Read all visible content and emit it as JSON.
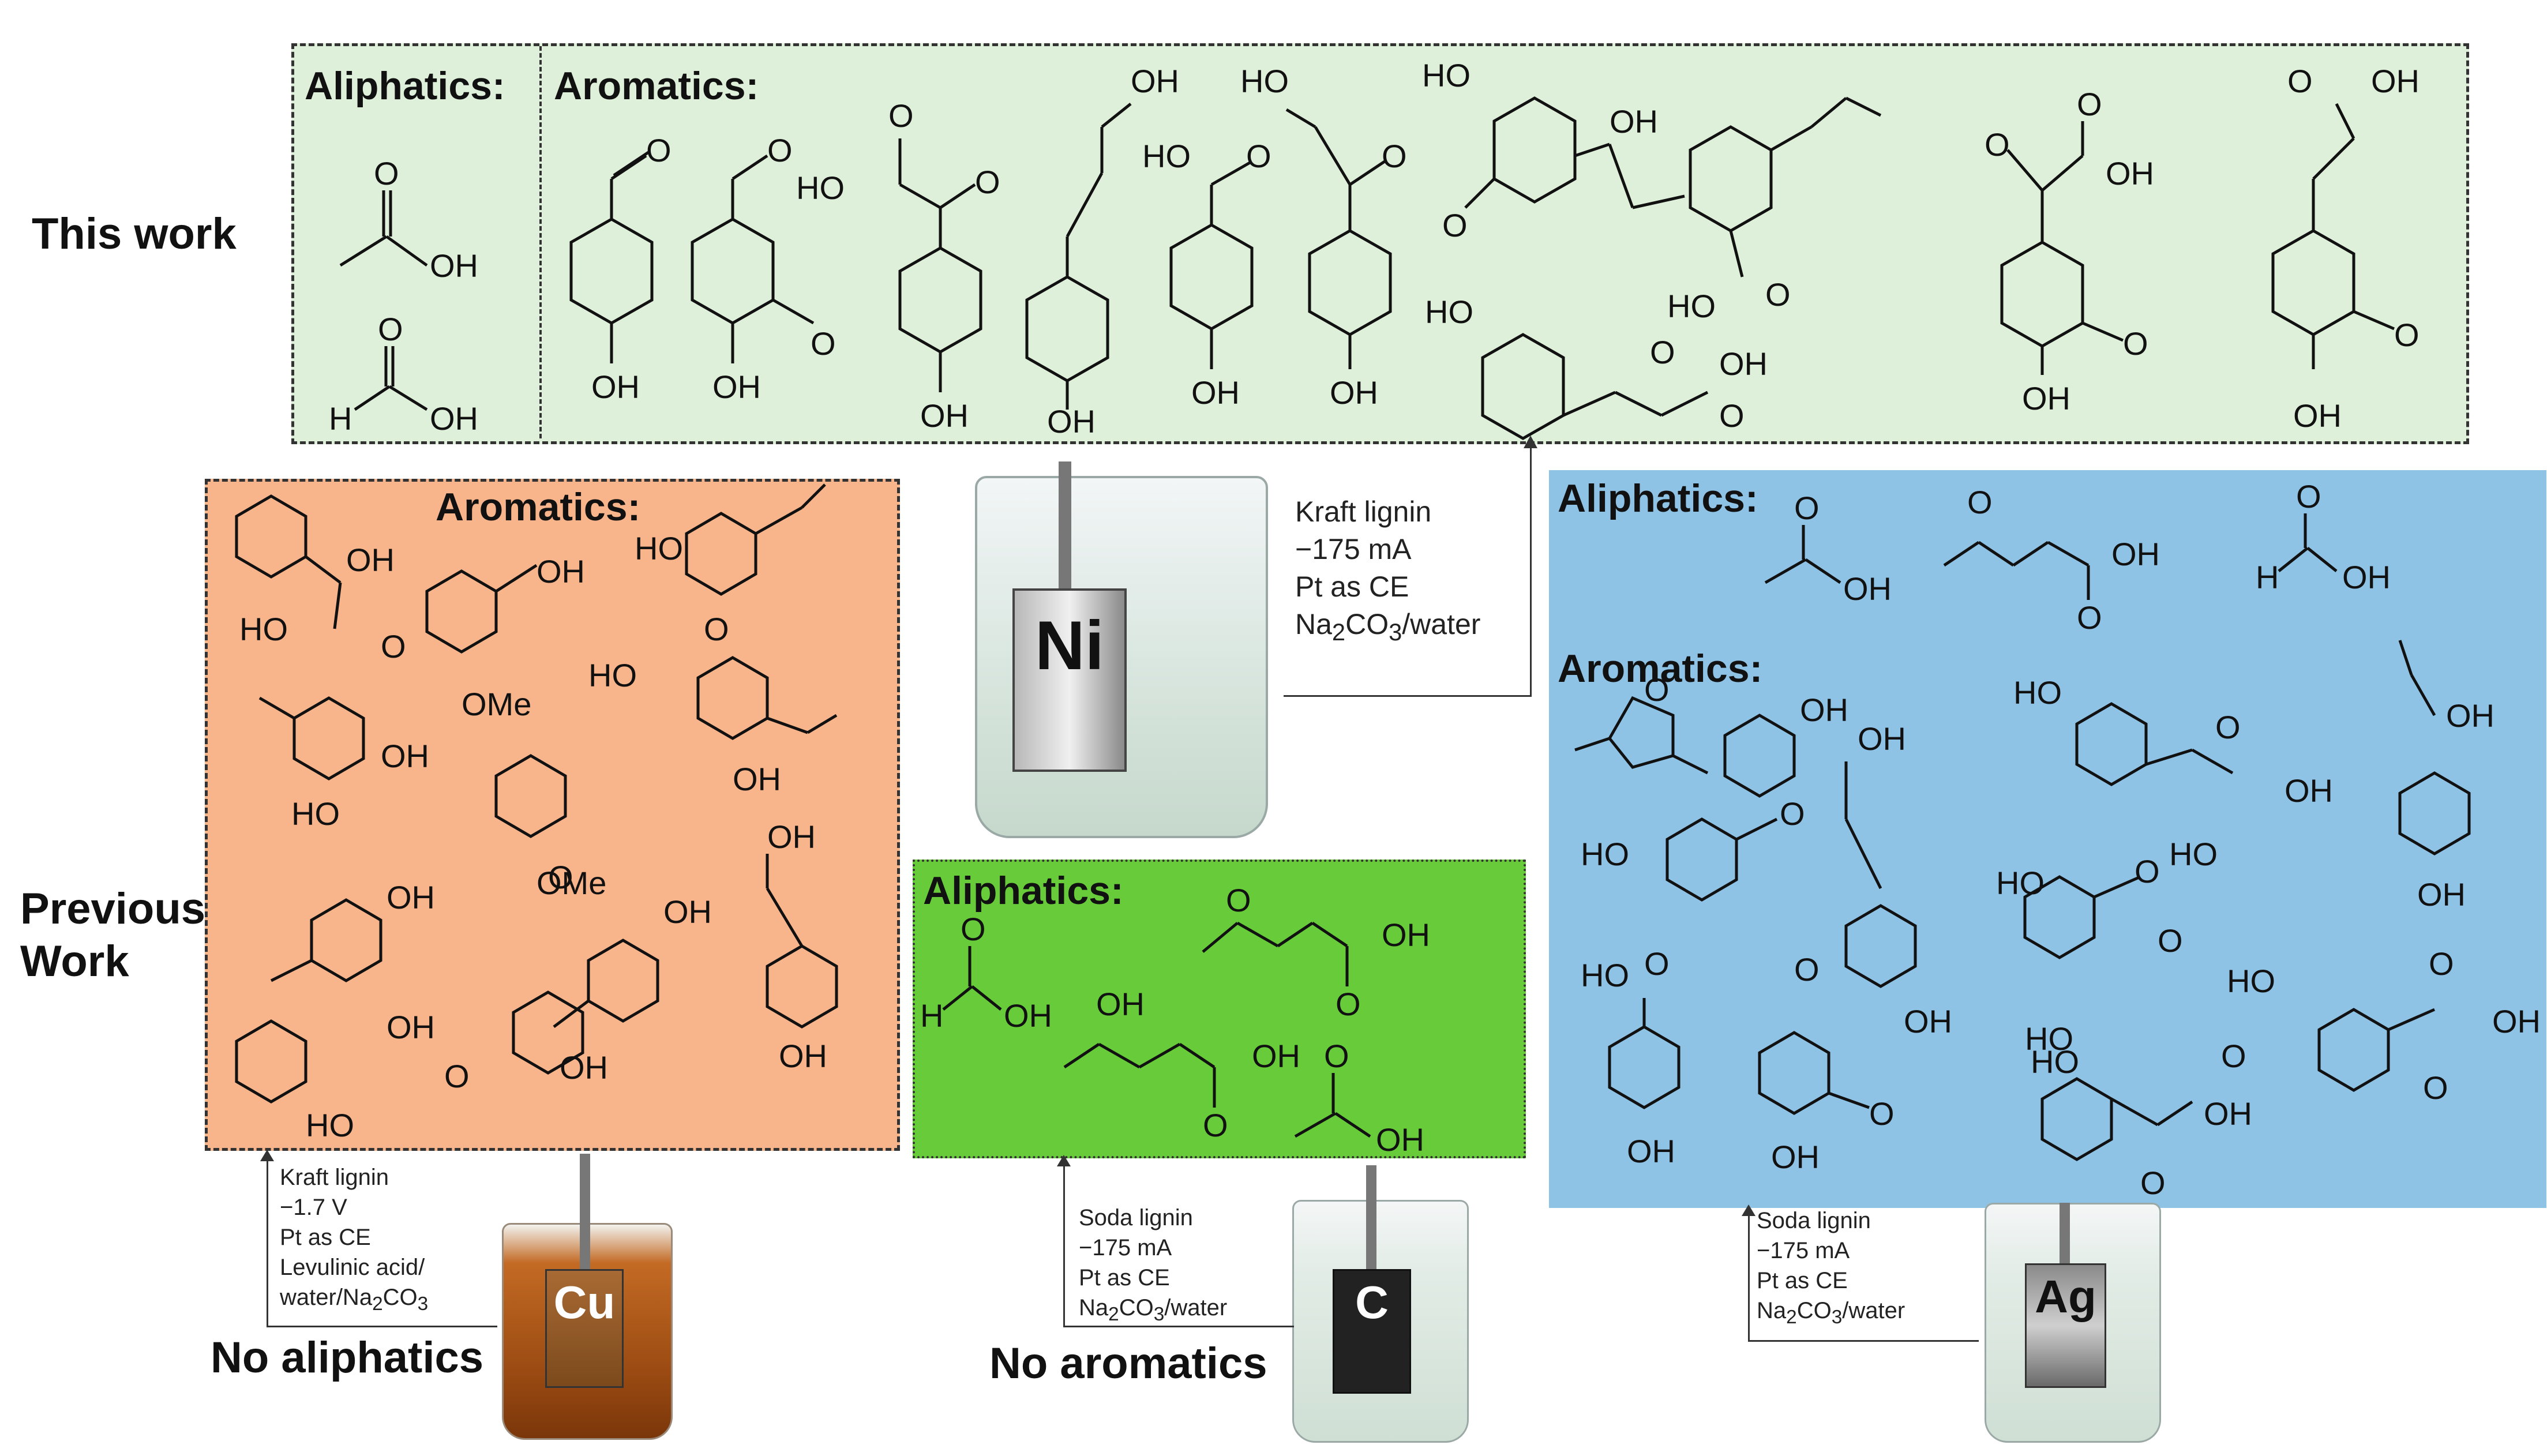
{
  "labels": {
    "this_work": "This work",
    "previous_work": "Previous Work",
    "no_aliphatics": "No aliphatics",
    "no_aromatics": "No aromatics"
  },
  "panels": {
    "this_work": {
      "aliphatics": "Aliphatics:",
      "aromatics": "Aromatics:",
      "color": "#dff0da"
    },
    "cu": {
      "aromatics": "Aromatics:",
      "color": "#f8b48a"
    },
    "carbon": {
      "aliphatics": "Aliphatics:",
      "color": "#68cc3a"
    },
    "ag": {
      "aliphatics": "Aliphatics:",
      "aromatics": "Aromatics:",
      "color": "#8fc3e6"
    }
  },
  "electrodes": {
    "ni": "Ni",
    "cu": "Cu",
    "c": "C",
    "ag": "Ag"
  },
  "conditions": {
    "ni": {
      "l1": "Kraft lignin",
      "l2": "−175 mA",
      "l3": "Pt as CE",
      "l4a": "Na",
      "l4b": "2",
      "l4c": "CO",
      "l4d": "3",
      "l4e": "/water"
    },
    "cu": {
      "l1": "Kraft lignin",
      "l2": "−1.7 V",
      "l3": "Pt as CE",
      "l4": "Levulinic acid/",
      "l5a": "water/Na",
      "l5b": "2",
      "l5c": "CO",
      "l5d": "3"
    },
    "c": {
      "l1": "Soda lignin",
      "l2": "−175 mA",
      "l3": "Pt as CE",
      "l4a": "Na",
      "l4b": "2",
      "l4c": "CO",
      "l4d": "3",
      "l4e": "/water"
    },
    "ag": {
      "l1": "Soda lignin",
      "l2": "−175 mA",
      "l3": "Pt as CE",
      "l4a": "Na",
      "l4b": "2",
      "l4c": "CO",
      "l4d": "3",
      "l4e": "/water"
    }
  },
  "atoms": {
    "oh": "OH",
    "ho": "HO",
    "o": "O",
    "h": "H",
    "ome": "OMe"
  }
}
